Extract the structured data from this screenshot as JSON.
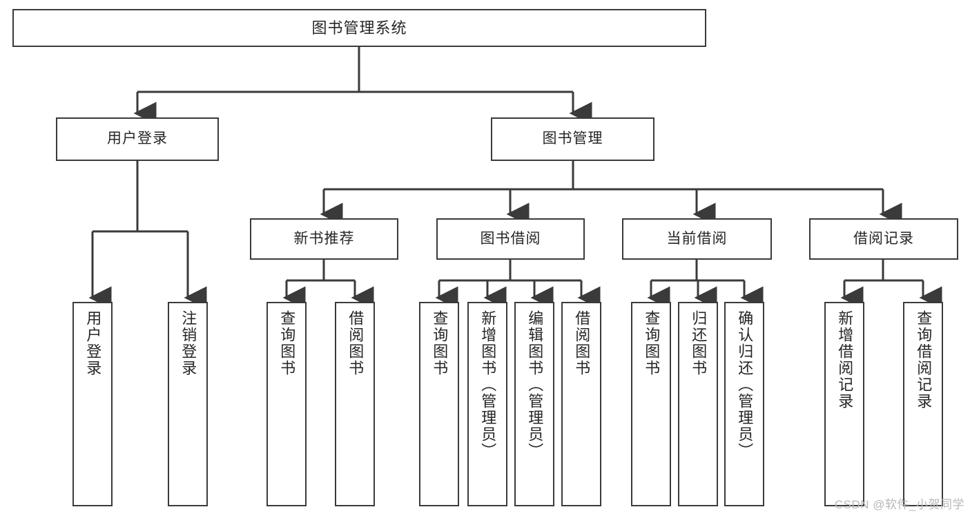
{
  "diagram": {
    "title": "图书管理系统",
    "type": "tree",
    "watermark": "CSDN @软件_小贺同学",
    "colors": {
      "border": "#3a3a3a",
      "background": "#ffffff",
      "text": "#262626",
      "edge": "#3a3a3a",
      "watermark": "#b8b8b8"
    },
    "nodes": {
      "root": {
        "label": "图书管理系统"
      },
      "level2": [
        {
          "id": "user-login",
          "label": "用户登录"
        },
        {
          "id": "book-manage",
          "label": "图书管理"
        }
      ],
      "level3": [
        {
          "id": "new-book-recommend",
          "label": "新书推荐",
          "parent": "book-manage"
        },
        {
          "id": "book-borrow",
          "label": "图书借阅",
          "parent": "book-manage"
        },
        {
          "id": "current-borrow",
          "label": "当前借阅",
          "parent": "book-manage"
        },
        {
          "id": "borrow-record",
          "label": "借阅记录",
          "parent": "book-manage"
        }
      ],
      "leaves": [
        {
          "id": "leaf-user-login",
          "label": "用户登录",
          "parent": "user-login"
        },
        {
          "id": "leaf-user-logout",
          "label": "注销登录",
          "parent": "user-login"
        },
        {
          "id": "leaf-query-book-1",
          "label": "查询图书",
          "parent": "new-book-recommend"
        },
        {
          "id": "leaf-borrow-book-1",
          "label": "借阅图书",
          "parent": "new-book-recommend"
        },
        {
          "id": "leaf-query-book-2",
          "label": "查询图书",
          "parent": "book-borrow"
        },
        {
          "id": "leaf-add-book",
          "label": "新增图书（管理员）",
          "parent": "book-borrow"
        },
        {
          "id": "leaf-edit-book",
          "label": "编辑图书（管理员）",
          "parent": "book-borrow"
        },
        {
          "id": "leaf-borrow-book-2",
          "label": "借阅图书",
          "parent": "book-borrow"
        },
        {
          "id": "leaf-query-book-3",
          "label": "查询图书",
          "parent": "current-borrow"
        },
        {
          "id": "leaf-return-book",
          "label": "归还图书",
          "parent": "current-borrow"
        },
        {
          "id": "leaf-confirm-return",
          "label": "确认归还（管理员）",
          "parent": "current-borrow"
        },
        {
          "id": "leaf-add-record",
          "label": "新增借阅记录",
          "parent": "borrow-record"
        },
        {
          "id": "leaf-query-record",
          "label": "查询借阅记录",
          "parent": "borrow-record"
        }
      ]
    }
  }
}
